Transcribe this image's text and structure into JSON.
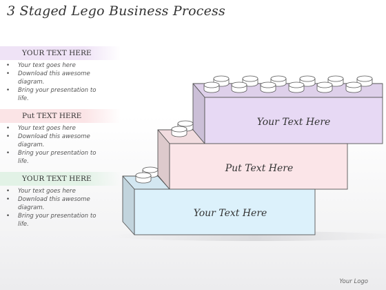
{
  "title": "3 Staged Lego Business Process",
  "sections": [
    {
      "heading": "YOUR TEXT HERE",
      "bullets": [
        "Your text goes here",
        "Download this awesome diagram.",
        "Bring your presentation to life."
      ]
    },
    {
      "heading": "Put TEXT HERE",
      "bullets": [
        "Your text goes here",
        "Download this awesome diagram.",
        "Bring your presentation to life."
      ]
    },
    {
      "heading": "YOUR TEXT HERE",
      "bullets": [
        "Your text goes here",
        "Download this awesome diagram.",
        "Bring your presentation to life."
      ]
    }
  ],
  "bricks": [
    {
      "label": "Your Text Here",
      "color": "#e7d9f4"
    },
    {
      "label": "Put Text Here",
      "color": "#fbe5e8"
    },
    {
      "label": "Your Text Here",
      "color": "#dcf1fb"
    }
  ],
  "header_colors": [
    "#efe3f6",
    "#fbe4e6",
    "#e2f2e6"
  ],
  "logo": "Your Logo"
}
